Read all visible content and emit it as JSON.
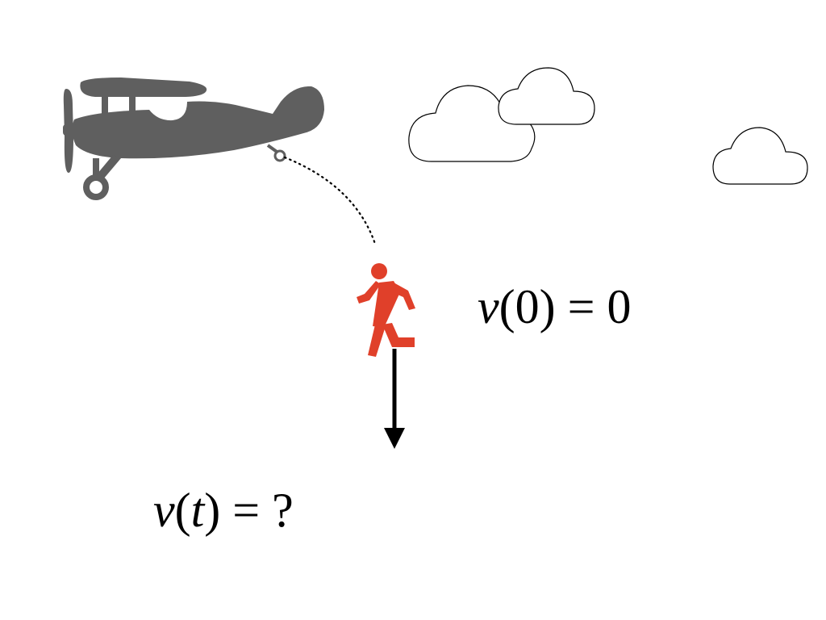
{
  "colors": {
    "plane": "#5f5f5f",
    "skydiver": "#e0402a",
    "arrow": "#000000",
    "cloud_stroke": "#000000",
    "cloud_fill": "#ffffff",
    "path": "#000000"
  },
  "equations": {
    "initial": {
      "var": "v",
      "open": "(",
      "arg": "0",
      "close": ")",
      "op": " = ",
      "rhs": "0"
    },
    "unknown": {
      "var": "v",
      "open": "(",
      "arg": "t",
      "close": ")",
      "op": " = ",
      "rhs": "?"
    }
  },
  "icons": {
    "plane": "biplane-icon",
    "skydiver": "running-person-icon",
    "arrow": "down-arrow-icon",
    "clouds": [
      "cloud-icon",
      "cloud-icon",
      "cloud-icon"
    ]
  }
}
